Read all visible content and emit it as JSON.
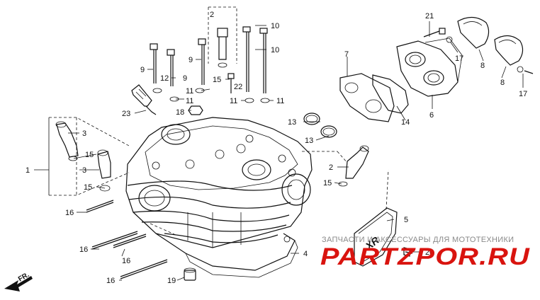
{
  "diagram": {
    "callouts": [
      {
        "id": "c1",
        "text": "1"
      },
      {
        "id": "c2a",
        "text": "2"
      },
      {
        "id": "c2b",
        "text": "2"
      },
      {
        "id": "c3a",
        "text": "3"
      },
      {
        "id": "c3b",
        "text": "3"
      },
      {
        "id": "c4",
        "text": "4"
      },
      {
        "id": "c5",
        "text": "5"
      },
      {
        "id": "c6",
        "text": "6"
      },
      {
        "id": "c7",
        "text": "7"
      },
      {
        "id": "c8a",
        "text": "8"
      },
      {
        "id": "c8b",
        "text": "8"
      },
      {
        "id": "c9a",
        "text": "9"
      },
      {
        "id": "c9b",
        "text": "9"
      },
      {
        "id": "c9c",
        "text": "9"
      },
      {
        "id": "c10a",
        "text": "10"
      },
      {
        "id": "c10b",
        "text": "10"
      },
      {
        "id": "c11a",
        "text": "11"
      },
      {
        "id": "c11b",
        "text": "11"
      },
      {
        "id": "c11c",
        "text": "11"
      },
      {
        "id": "c11d",
        "text": "11"
      },
      {
        "id": "c12",
        "text": "12"
      },
      {
        "id": "c13a",
        "text": "13"
      },
      {
        "id": "c13b",
        "text": "13"
      },
      {
        "id": "c14",
        "text": "14"
      },
      {
        "id": "c15a",
        "text": "15"
      },
      {
        "id": "c15b",
        "text": "15"
      },
      {
        "id": "c15c",
        "text": "15"
      },
      {
        "id": "c15d",
        "text": "15"
      },
      {
        "id": "c16a",
        "text": "16"
      },
      {
        "id": "c16b",
        "text": "16"
      },
      {
        "id": "c16c",
        "text": "16"
      },
      {
        "id": "c16d",
        "text": "16"
      },
      {
        "id": "c17a",
        "text": "17"
      },
      {
        "id": "c17b",
        "text": "17"
      },
      {
        "id": "c18",
        "text": "18"
      },
      {
        "id": "c19",
        "text": "19"
      },
      {
        "id": "c20",
        "text": "20"
      },
      {
        "id": "c21",
        "text": "21"
      },
      {
        "id": "c22",
        "text": "22"
      },
      {
        "id": "c23",
        "text": "23"
      }
    ],
    "direction_label": "FR.",
    "cover_marking": "XR"
  },
  "watermark": {
    "caption": "ЗАПЧАСТИ И АКСЕССУАРЫ ДЛЯ МОТОТЕХНИКИ",
    "logo": "PARTZPOR.RU"
  },
  "colors": {
    "line": "#111111",
    "background": "#ffffff",
    "watermark_text": "#8a8a8a",
    "logo_red": "#d9140f"
  }
}
